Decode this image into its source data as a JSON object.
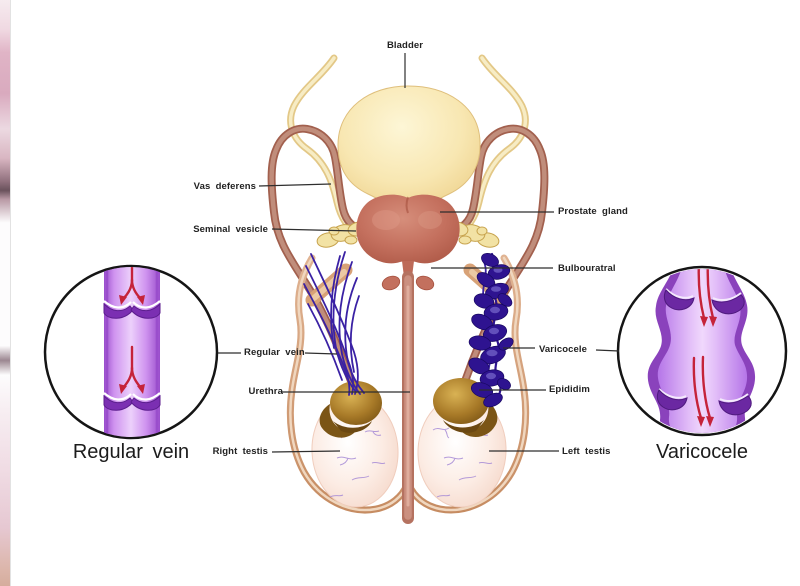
{
  "labels": {
    "bladder": "Bladder",
    "vas_deferens": "Vas deferens",
    "seminal_vesicle": "Seminal vesicle",
    "prostate_gland": "Prostate gland",
    "bulbouratral": "Bulbouratral",
    "regular_vein": "Regular vein",
    "urethra": "Urethra",
    "right_testis": "Right testis",
    "varicocele": "Varicocele",
    "epididim": "Epididim",
    "left_testis": "Left testis"
  },
  "insets": {
    "left_caption": "Regular vein",
    "right_caption": "Varicocele"
  },
  "colors": {
    "bladder": "#f6e3ab",
    "ureter": "#e3c887",
    "prostate": "#c4705e",
    "seminal_vesicle": "#f2e2a4",
    "vas_deferens_tube": "#c08d7b",
    "scrotum_outline": "#d4a080",
    "testis": "#fbeae2",
    "epididymis": "#a87a28",
    "normal_vein": "#3a21a4",
    "varicocele_cluster": "#2e1390",
    "inset_vein_fill": "#d9a2f2",
    "inset_vein_wall": "#8a42bc",
    "blood_arrow": "#c5233a",
    "leader_line": "#2e2e2e"
  }
}
